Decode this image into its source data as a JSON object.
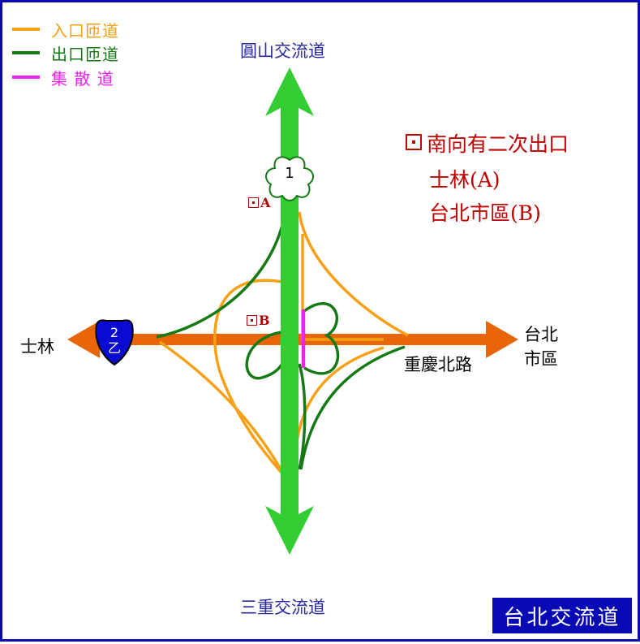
{
  "legend": [
    {
      "label": "入口匝道",
      "color": "#f5a015"
    },
    {
      "label": "出口匝道",
      "color": "#157a15"
    },
    {
      "label": "集 散 道",
      "color": "#ee22ee"
    }
  ],
  "roads": {
    "north": "圓山交流道",
    "south": "三重交流道",
    "west": "士林",
    "east_line1": "台北",
    "east_line2": "市區",
    "crossroad": "重慶北路"
  },
  "shields": {
    "freeway_number": "1",
    "provincial_top": "2",
    "provincial_bottom": "乙"
  },
  "note": {
    "line1": "南向有二次出口",
    "line2": "士林(A)",
    "line3": "台北市區(B)"
  },
  "markers": {
    "a": "A",
    "b": "B"
  },
  "title": "台北交流道",
  "colors": {
    "freeway": "#33cc33",
    "crossroad": "#e8650a",
    "entrance": "#f5a015",
    "exit": "#157a15",
    "collector": "#ee22ee",
    "frame": "#0b0bb0"
  }
}
